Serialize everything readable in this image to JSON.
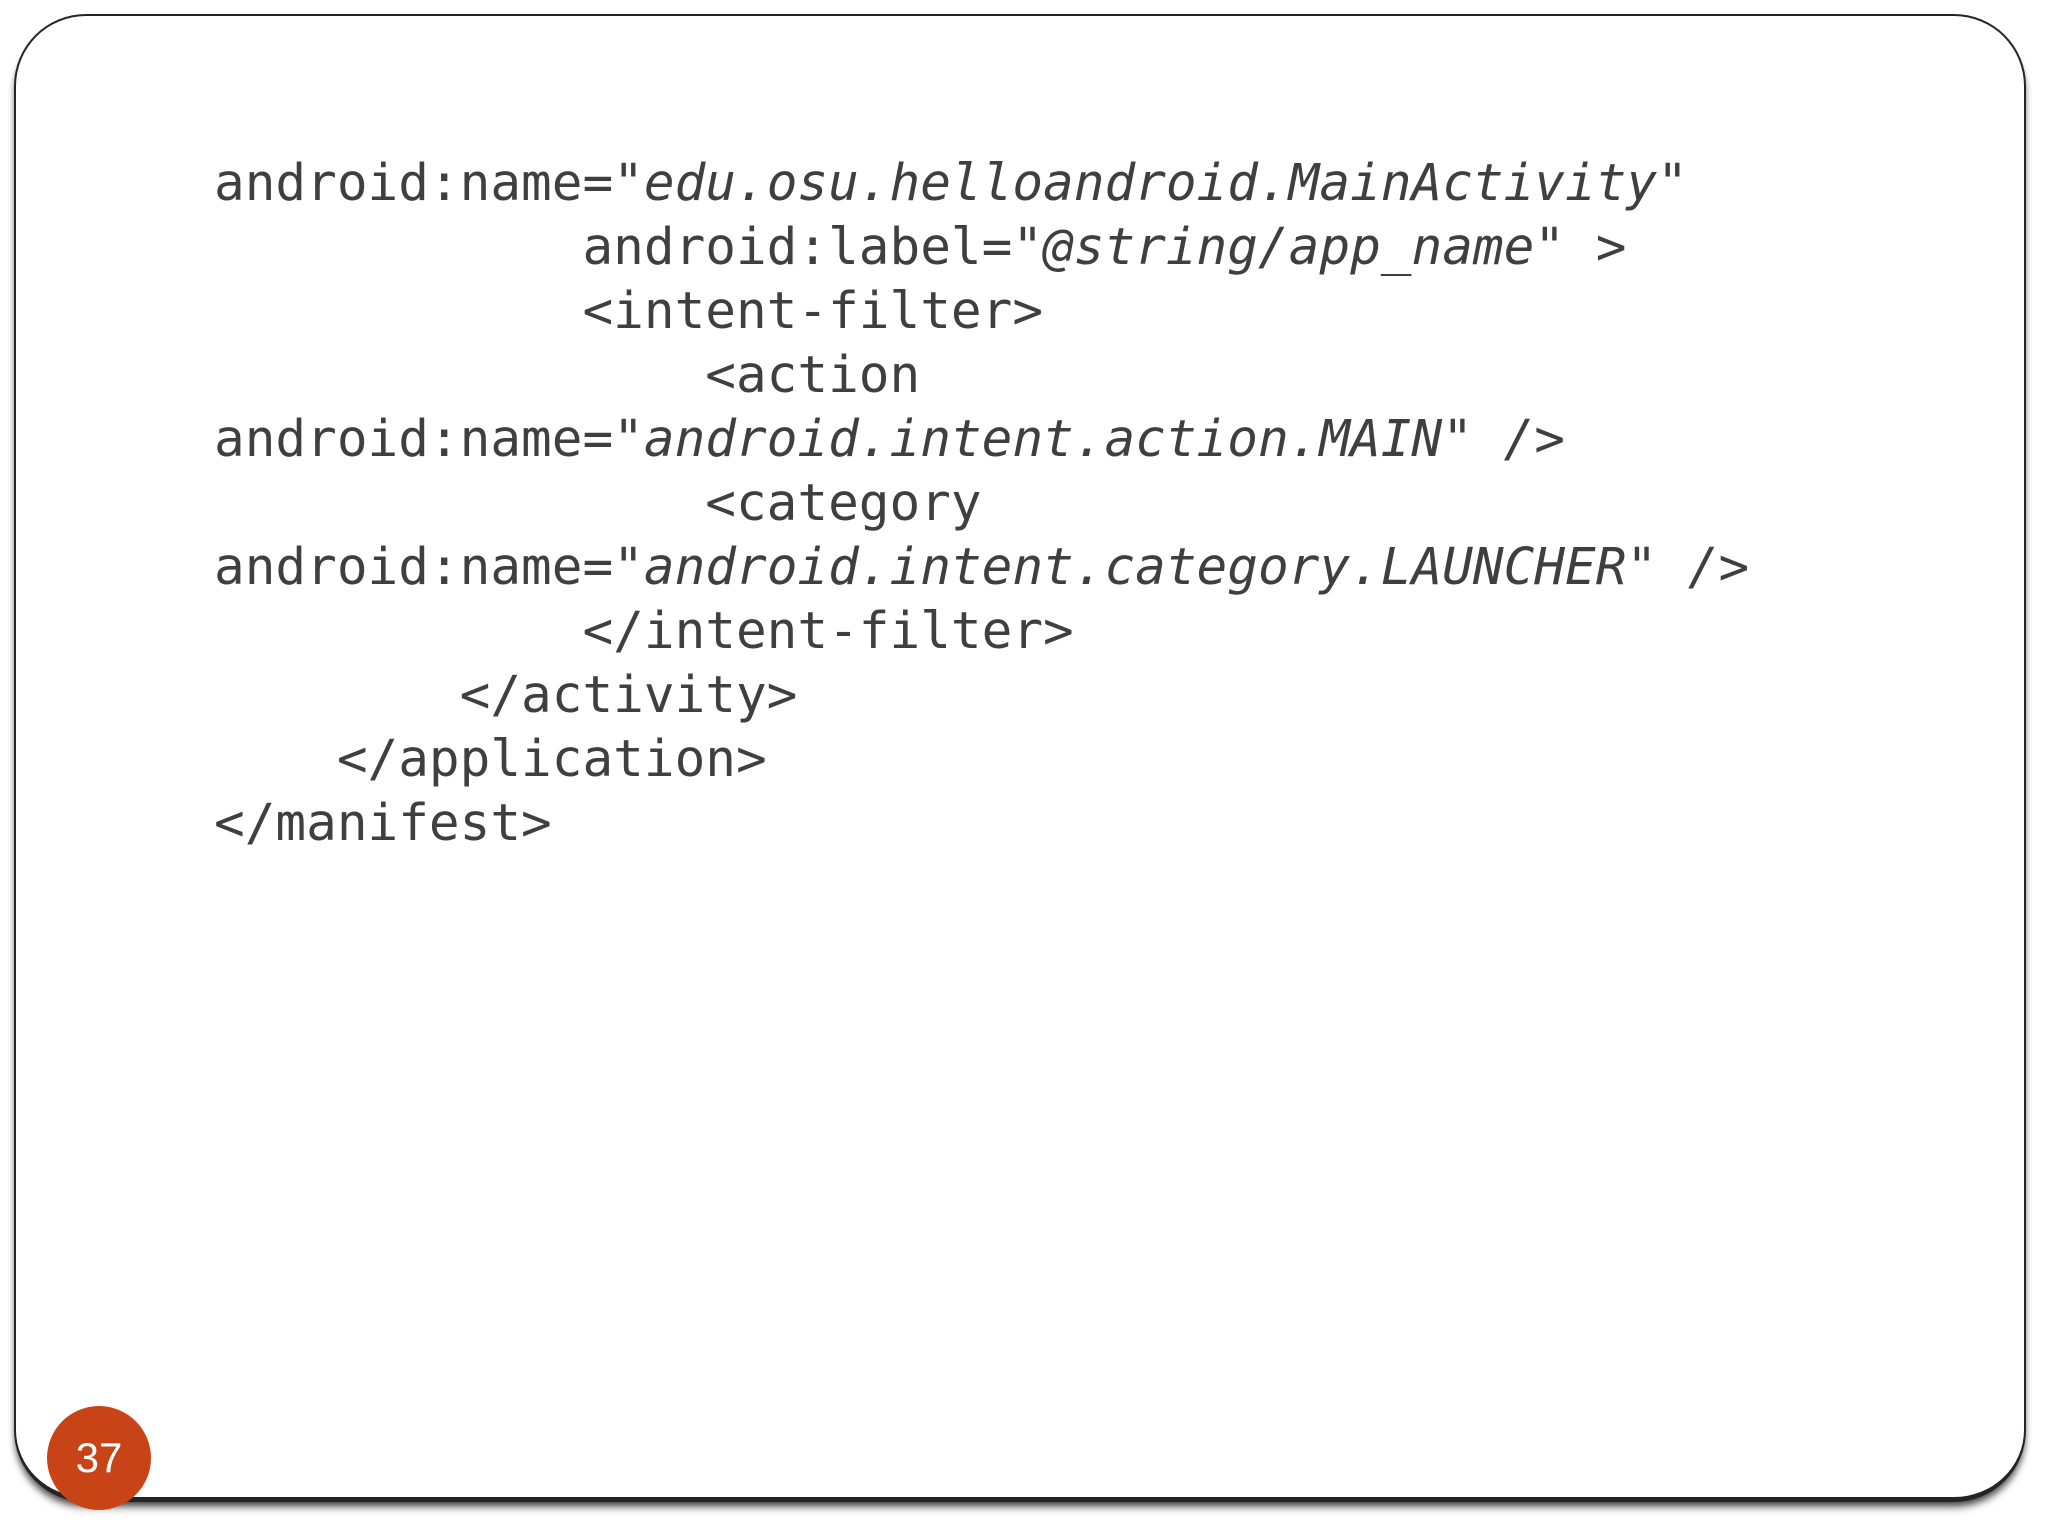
{
  "slide": {
    "page_number": "37"
  },
  "colors": {
    "accent": "#c84417",
    "code_text": "#3f3f3f",
    "frame_border": "#242424",
    "badge_text": "#ffffff",
    "background": "#ffffff"
  },
  "code": {
    "language": "android-manifest-xml",
    "lines": [
      {
        "segments": [
          {
            "t": "android:name=",
            "i": false
          },
          {
            "t": "\"edu.osu.helloandroid.MainActivity\"",
            "i": true
          }
        ]
      },
      {
        "segments": [
          {
            "t": "            android:label=",
            "i": false
          },
          {
            "t": "\"@string/app_name\" >",
            "i": true
          }
        ]
      },
      {
        "segments": [
          {
            "t": "            <intent-filter>",
            "i": false
          }
        ]
      },
      {
        "segments": [
          {
            "t": "                <action",
            "i": false
          }
        ]
      },
      {
        "segments": [
          {
            "t": "android:name=",
            "i": false
          },
          {
            "t": "\"android.intent.action.MAIN\" />",
            "i": true
          }
        ]
      },
      {
        "segments": [
          {
            "t": "                <category",
            "i": false
          }
        ]
      },
      {
        "segments": [
          {
            "t": "android:name=",
            "i": false
          },
          {
            "t": "\"android.intent.category.LAUNCHER\" />",
            "i": true
          }
        ]
      },
      {
        "segments": [
          {
            "t": "            </intent-filter>",
            "i": false
          }
        ]
      },
      {
        "segments": [
          {
            "t": "        </activity>",
            "i": false
          }
        ]
      },
      {
        "segments": [
          {
            "t": "    </application>",
            "i": false
          }
        ]
      },
      {
        "segments": [
          {
            "t": "</manifest>",
            "i": false
          }
        ]
      }
    ]
  }
}
